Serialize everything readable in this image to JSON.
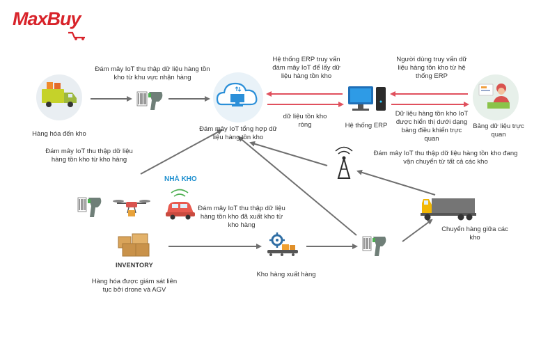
{
  "brand": {
    "logo_text": "MaxBuy",
    "color": "#d8232a"
  },
  "colors": {
    "arrow_gray": "#6f6f6f",
    "arrow_red": "#e0505d",
    "cloud_blue": "#2b8fd8"
  },
  "nodes": {
    "goods_arriving": "Hàng hóa đến kho",
    "iot_cloud": "Đám mây IoT tổng hợp dữ liệu hàng tồn kho",
    "erp_system": "Hệ thống ERP",
    "dashboard": "Bảng dữ liệu trực quan",
    "warehouse": "NHÀ KHO",
    "inventory": "INVENTORY",
    "monitored_goods": "Hàng hóa được giám sát liên tục bởi drone và AGV",
    "outbound_warehouse": "Kho hàng xuất hàng",
    "transfer": "Chuyển hàng giữa các kho"
  },
  "edge_labels": {
    "receiving": "Đám mây IoT thu thập dữ liệu hàng tồn kho từ khu vực nhận hàng",
    "erp_query": "Hệ thống ERP truy vấn đám mây IoT để lấy dữ liệu hàng tồn kho",
    "user_query": "Người dùng truy vấn dữ liệu hàng tồn kho từ hệ thống ERP",
    "net_stock": "dữ liệu tồn kho ròng",
    "dashboard_display": "Dữ liệu hàng tồn kho IoT được hiển thị dưới dạng bảng điều khiển trực quan",
    "warehouse_collect": "Đám mây IoT thu thập dữ liệu hàng tồn kho từ kho hàng",
    "in_transit": "Đám mây IoT thu thập dữ liệu hàng tồn kho đang vận chuyển từ tất cả các kho",
    "outbound_collect": "Đám mây IoT thu thập dữ liệu hàng tồn kho đã xuất kho từ kho hàng"
  },
  "icons": [
    "truck-icon",
    "barcode-scanner-icon",
    "cloud-computer-icon",
    "computer-monitor-icon",
    "user-dashboard-icon",
    "antenna-tower-icon",
    "drone-icon",
    "agv-car-icon",
    "boxes-icon",
    "conveyor-gear-icon",
    "delivery-truck-icon"
  ]
}
